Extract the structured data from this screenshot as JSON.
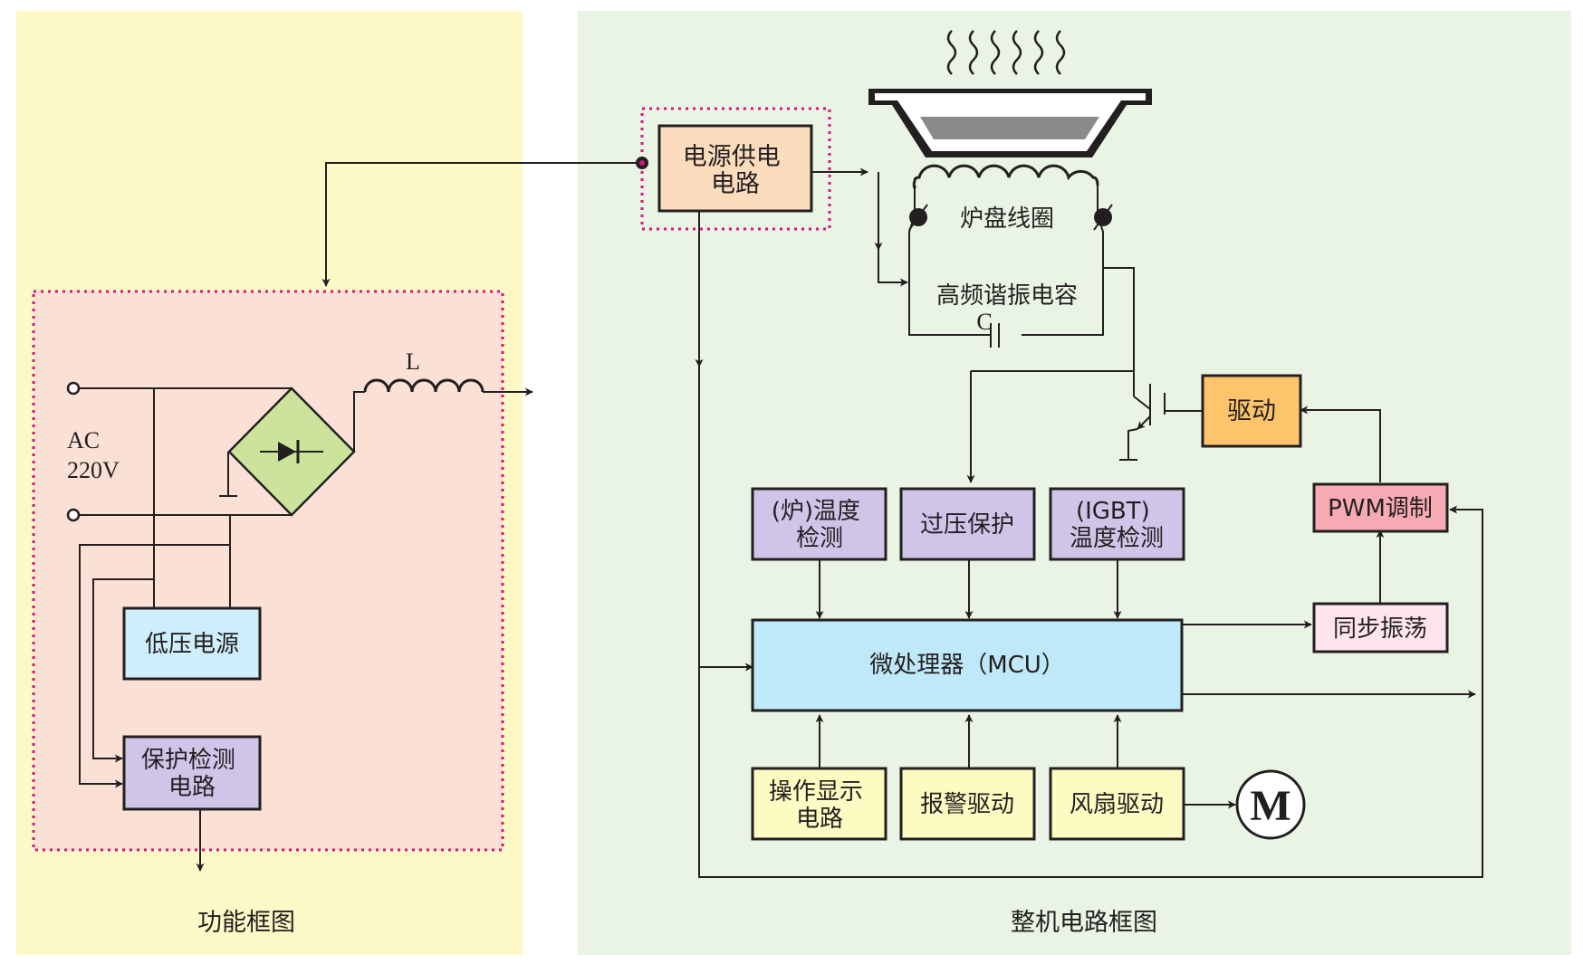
{
  "panels": {
    "left_caption": "功能框图",
    "right_caption": "整机电路框图"
  },
  "blocks": {
    "power_supply": [
      "电源供电",
      "电路"
    ],
    "low_voltage_power": "低压电源",
    "protection_detect": [
      "保护检测",
      "电路"
    ],
    "coil": "炉盘线圈",
    "resonant_cap": "高频谐振电容",
    "cap_symbol_label": "C",
    "drive": "驱动",
    "pwm": "PWM调制",
    "cooker_temp": [
      "(炉)温度",
      "检测"
    ],
    "overvoltage": "过压保护",
    "igbt_temp": [
      "(IGBT)",
      "温度检测"
    ],
    "sync_osc": "同步振荡",
    "mcu": "微处理器（MCU）",
    "op_display": [
      "操作显示",
      "电路"
    ],
    "alarm_drive": "报警驱动",
    "fan_drive": "风扇驱动",
    "motor_symbol": "M"
  },
  "labels": {
    "ac_input": [
      "AC",
      "220V"
    ],
    "inductor": "L"
  },
  "colors": {
    "left_panel_bg": "#fdf9c6",
    "right_panel_bg": "#e9f4e4",
    "power_area_bg": "#fbe1d5",
    "dotted_border": "#d6157e",
    "power_supply_fill": "#fbdcbc",
    "low_voltage_fill": "#cfeefb",
    "purple_fill": "#d1c4e9",
    "drive_fill": "#fdc46b",
    "pwm_fill": "#f6aab3",
    "sync_fill": "#fde4ef",
    "mcu_fill": "#bfe8f8",
    "yellow_fill": "#fdfac2",
    "bridge_fill": "#cbe39a"
  }
}
